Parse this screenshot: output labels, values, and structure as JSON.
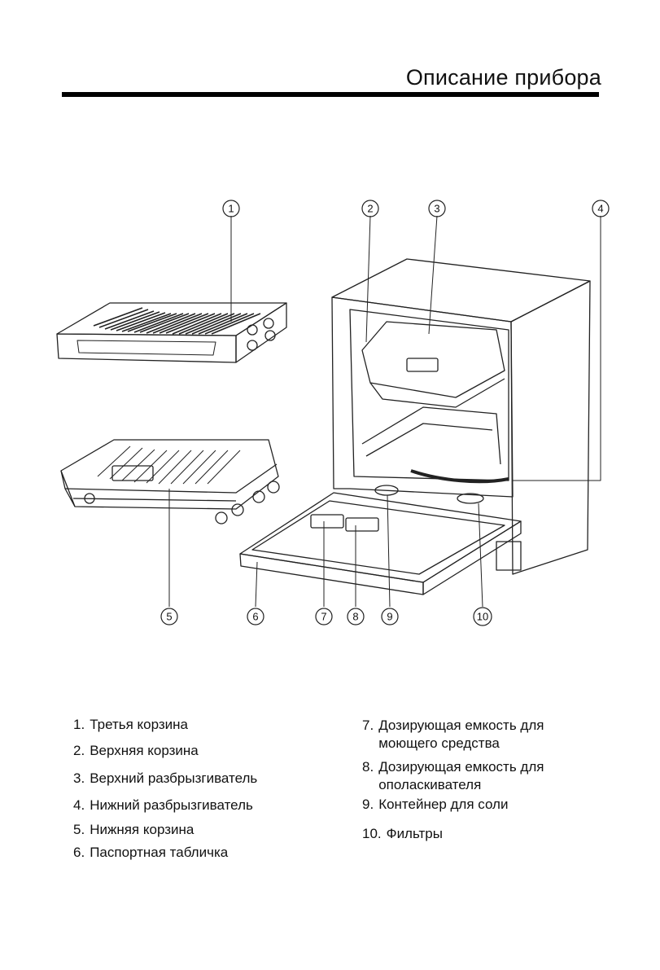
{
  "header": {
    "title": "Описание прибора"
  },
  "callouts": [
    "1",
    "2",
    "3",
    "4",
    "5",
    "6",
    "7",
    "8",
    "9",
    "10"
  ],
  "legend": {
    "left": [
      {
        "num": "1.",
        "text": "Третья корзина"
      },
      {
        "num": "2.",
        "text": "Верхняя корзина"
      },
      {
        "num": "3.",
        "text": "Верхний разбрызгиватель"
      },
      {
        "num": "4.",
        "text": "Нижний разбрызгиватель"
      },
      {
        "num": "5.",
        "text": "Нижняя корзина"
      },
      {
        "num": "6.",
        "text": "Паспортная табличка"
      }
    ],
    "right": [
      {
        "num": "7.",
        "text_line1": "Дозирующая емкость для",
        "text_line2": "моющего средства"
      },
      {
        "num": "8.",
        "text_line1": "Дозирующая емкость для",
        "text_line2": "ополаскивателя"
      },
      {
        "num": "9.",
        "text": "Контейнер для соли"
      },
      {
        "num": "10.",
        "text": "Фильтры"
      }
    ]
  }
}
